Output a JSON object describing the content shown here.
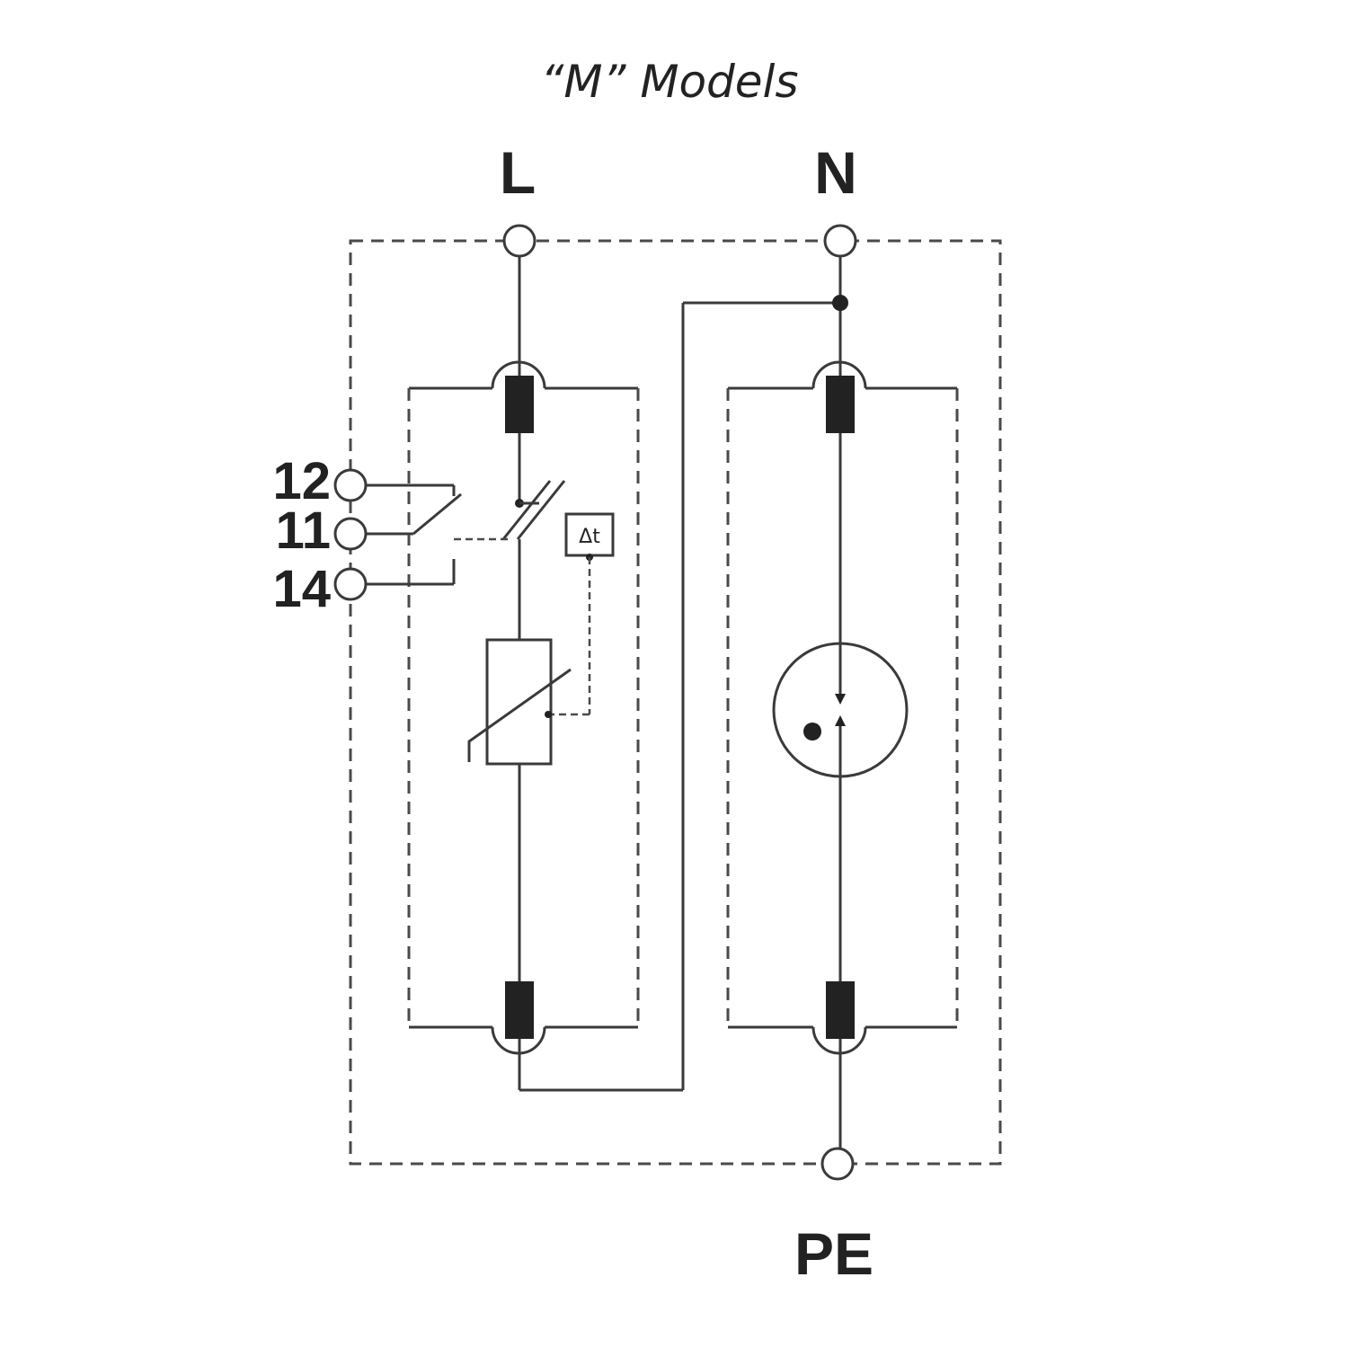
{
  "title": "“M” Models",
  "terminals": {
    "line": "L",
    "neutral": "N",
    "protective_earth": "PE",
    "contact_12": "12",
    "contact_11": "11",
    "contact_14": "14"
  },
  "thermal_disconnector_label": "Δt"
}
